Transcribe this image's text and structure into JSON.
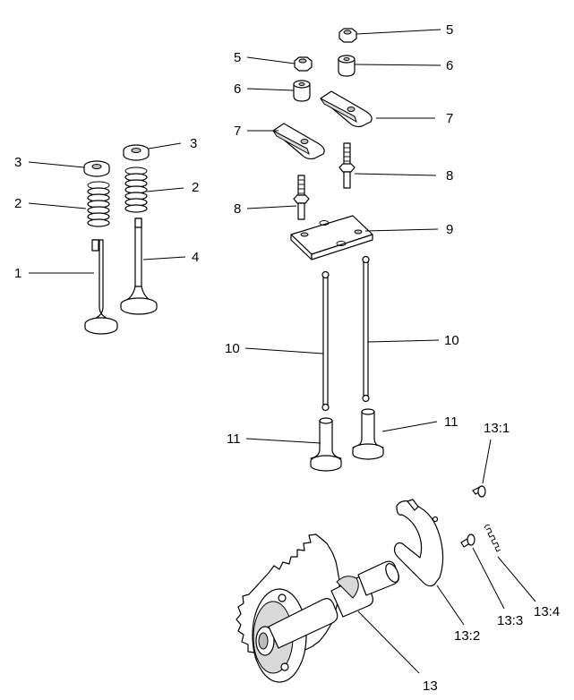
{
  "labels": {
    "l1": "1",
    "l2a": "2",
    "l2b": "2",
    "l3a": "3",
    "l3b": "3",
    "l4": "4",
    "l5a": "5",
    "l5b": "5",
    "l6a": "6",
    "l6b": "6",
    "l7a": "7",
    "l7b": "7",
    "l8a": "8",
    "l8b": "8",
    "l9": "9",
    "l10a": "10",
    "l10b": "10",
    "l11a": "11",
    "l11b": "11",
    "l13": "13",
    "l13_1": "13:1",
    "l13_2": "13:2",
    "l13_3": "13:3",
    "l13_4": "13:4"
  }
}
